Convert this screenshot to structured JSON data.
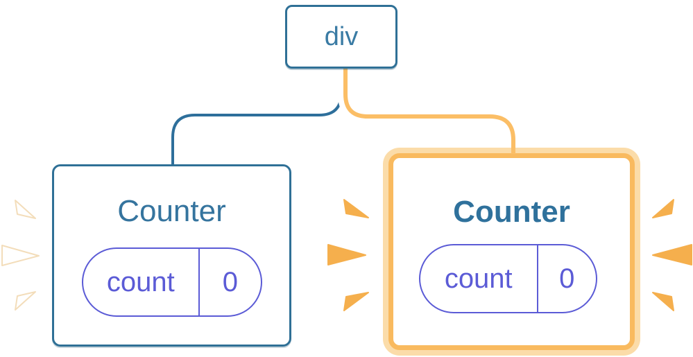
{
  "diagram": {
    "description": "React component tree: a div root with two Counter children; the right Counter is highlighted (orange) with burst rays, the left has faint white burst rays",
    "root_node": {
      "label": "div"
    },
    "left_counter": {
      "title": "Counter",
      "highlighted": false,
      "state_pill": {
        "name": "count",
        "value": "0"
      }
    },
    "right_counter": {
      "title": "Counter",
      "highlighted": true,
      "state_pill": {
        "name": "count",
        "value": "0"
      }
    }
  },
  "icons": {
    "left_burst": "white-burst-rays-icon",
    "middle_burst": "orange-burst-rays-icon",
    "right_burst": "orange-burst-rays-icon"
  },
  "colors": {
    "background": "#FFFFFF",
    "node_border_blue": "#2F7096",
    "node_text_blue": "#3A7BA4",
    "title_blue": "#35749E",
    "title_blue_bold": "#2F719C",
    "edge_blue": "#2E6F9B",
    "edge_orange": "#FBBE66",
    "edge_casing_white": "#FFFFFF",
    "highlight_border_orange": "#F9BA5F",
    "highlight_ring_light_orange": "#FBDCA9",
    "pill_indigo": "#5B5BD6",
    "burst_orange": "#F5AF4D",
    "burst_white": "#FFFFFF"
  }
}
